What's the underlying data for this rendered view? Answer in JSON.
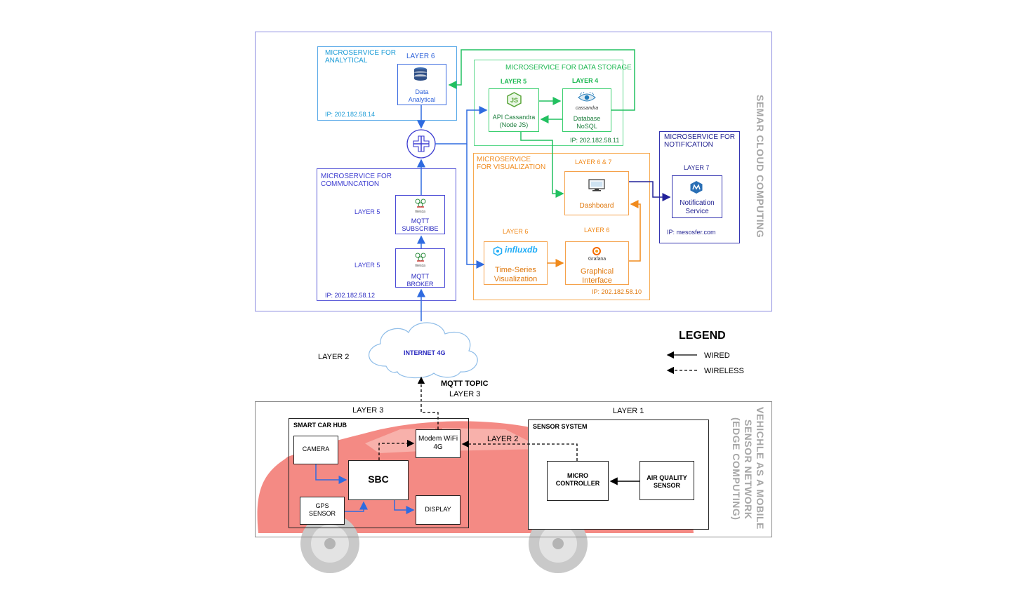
{
  "cloud": {
    "title": "SEMAR CLOUD COMPUTING",
    "analytical": {
      "title_1": "MICROSERVICE FOR",
      "title_2": "ANALYTICAL",
      "layer": "LAYER  6",
      "node_1": "Data",
      "node_2": "Analytical",
      "ip": "IP: 202.182.58.14"
    },
    "storage": {
      "title": "MICROSERVICE FOR DATA STORAGE",
      "layer_api": "LAYER  5",
      "layer_db": "LAYER 4",
      "api_1": "API Cassandra",
      "api_2": "(Node JS)",
      "db_1": "Database",
      "db_2": "NoSQL",
      "db_logo": "cassandra",
      "ip": "IP: 202.182.58.11"
    },
    "communication": {
      "title_1": "MICROSERVICE FOR",
      "title_2": "COMMUNCATION",
      "layer_sub": "LAYER  5",
      "layer_broker": "LAYER  5",
      "sub_1": "MQTT",
      "sub_2": "SUBSCRIBE",
      "broker_1": "MQTT",
      "broker_2": "BROKER",
      "logo": "mesca",
      "ip": "IP: 202.182.58.12"
    },
    "visualization": {
      "title_1": "MICROSERVICE",
      "title_2": "FOR VISUALIZATION",
      "layer_dash": "LAYER  6 & 7",
      "dashboard": "Dashboard",
      "layer_influx": "LAYER 6",
      "layer_grafana": "LAYER 6",
      "influx_logo": "influxdb",
      "influx_1": "Time-Series",
      "influx_2": "Visualization",
      "grafana_logo": "Grafana",
      "grafana_1": "Graphical",
      "grafana_2": "Interface",
      "ip": "IP: 202.182.58.10"
    },
    "notification": {
      "title_1": "MICROSERVICE FOR",
      "title_2": "NOTIFICATION",
      "layer": "LAYER  7",
      "node_1": "Notification",
      "node_2": "Service",
      "ip": "IP: mesosfer.com"
    }
  },
  "internet": {
    "label": "INTERNET 4G",
    "layer": "LAYER  2",
    "topic": "MQTT TOPIC",
    "topic_layer": "LAYER  3"
  },
  "legend": {
    "title": "LEGEND",
    "wired": "WIRED",
    "wireless": "WIRELESS"
  },
  "edge": {
    "title_1": "VEHICHLE AS A MOBILE",
    "title_2": "SENSOR NETWORK",
    "title_3": "(EDGE COMPUTING)",
    "hub": {
      "layer": "LAYER  3",
      "title": "SMART CAR HUB",
      "camera": "CAMERA",
      "sbc": "SBC",
      "gps_1": "GPS",
      "gps_2": "SENSOR",
      "display": "DISPLAY",
      "modem_1": "Modem WiFi",
      "modem_2": "4G"
    },
    "link_layer": "LAYER  2",
    "sensor": {
      "layer": "LAYER  1",
      "title": "SENSOR SYSTEM",
      "micro_1": "MICRO",
      "micro_2": "CONTROLLER",
      "air_1": "AIR QUALITY",
      "air_2": "SENSOR"
    }
  },
  "colors": {
    "cloud_border": "#7b7bd8",
    "analytical": "#4aa0e6",
    "storage": "#2ec26a",
    "visualization": "#f59a36",
    "communication": "#4b4bd6",
    "notification": "#3434b0",
    "car": "#f27a72"
  }
}
